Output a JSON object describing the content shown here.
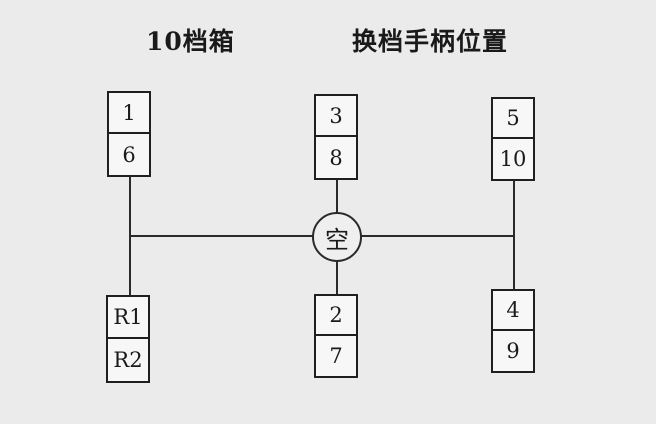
{
  "header": {
    "left_title": "10档箱",
    "right_title": "换档手柄位置"
  },
  "neutral": {
    "label": "空"
  },
  "gates": [
    {
      "id": "left-top",
      "top": "1",
      "bottom": "6"
    },
    {
      "id": "center-top",
      "top": "3",
      "bottom": "8"
    },
    {
      "id": "right-top",
      "top": "5",
      "bottom": "10"
    },
    {
      "id": "left-bottom",
      "top": "R1",
      "bottom": "R2"
    },
    {
      "id": "center-bottom",
      "top": "2",
      "bottom": "7"
    },
    {
      "id": "right-bottom",
      "top": "4",
      "bottom": "9"
    }
  ]
}
